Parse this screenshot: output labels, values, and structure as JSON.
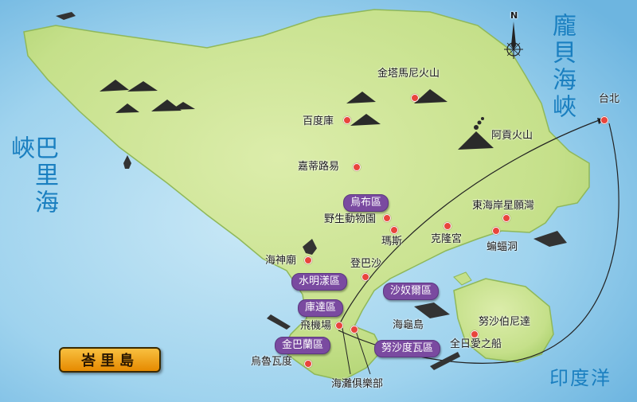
{
  "title": "峇里島",
  "compass": {
    "north": "N"
  },
  "seas": {
    "bali_strait": "巴里海峽",
    "lombok_strait": "龐貝海峽",
    "indian_ocean": "印度洋"
  },
  "places": {
    "batur": "金塔馬尼火山",
    "bedugul": "百度庫",
    "agung": "阿貢火山",
    "jatiluwih": "嘉蒂路易",
    "zoo": "野生動物園",
    "mas": "瑪斯",
    "klungkung": "克隆宮",
    "candidasa": "東海岸星願灣",
    "goa_lawah": "蝙蝠洞",
    "tanah_lot": "海神廟",
    "denpasar": "登巴沙",
    "airport": "飛機場",
    "turtle_island": "海龜島",
    "nusa_penida": "努沙伯尼達",
    "cruise": "全日愛之船",
    "uluwatu": "烏魯瓦度",
    "beach_club": "海灘俱樂部",
    "taipei": "台北"
  },
  "regions": {
    "ubud": "烏布區",
    "seminyak": "水明漾區",
    "sanur": "沙奴爾區",
    "kuta": "庫達區",
    "jimbaran": "金巴蘭區",
    "nusa_dua": "努沙度瓦區"
  },
  "colors": {
    "sea": "#8ecbea",
    "land": "#c5e08a",
    "region_badge": "#7a4aa0",
    "marker": "#e8453c",
    "sea_label": "#1a7fc0"
  }
}
